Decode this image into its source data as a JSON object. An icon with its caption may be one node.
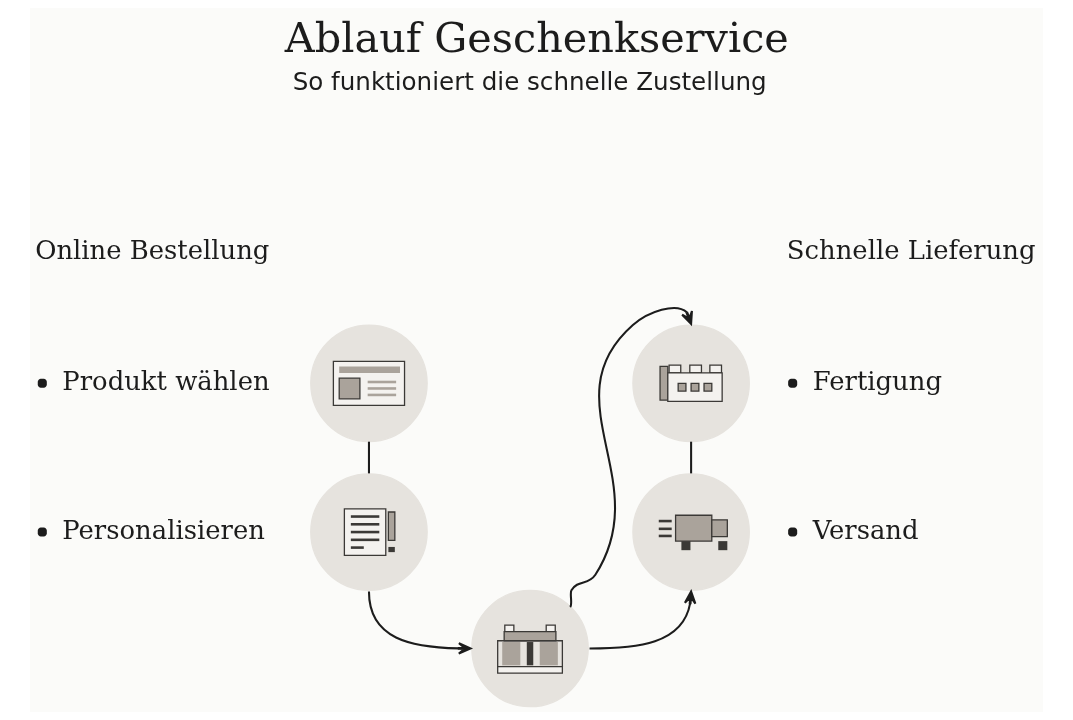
{
  "diagram": {
    "title": "Ablauf Geschenkservice",
    "nodes": [
      {
        "text": [],
        "shape": "picture",
        "beside": [
          "Produkt wählen"
        ]
      },
      {
        "text": [],
        "shape": "picture",
        "beside": [
          "Personalisieren"
        ]
      },
      {
        "text": [],
        "shape": "picture"
      },
      {
        "text": [],
        "shape": "picture",
        "beside": [
          "Fertigung"
        ]
      },
      {
        "text": [],
        "shape": "picture",
        "beside": [
          "Versand"
        ]
      }
    ],
    "edges": [
      {
        "from": 0,
        "to": 1,
        "arrow": "none"
      },
      {
        "from": 1,
        "to": 2,
        "arrow": "to"
      },
      {
        "from": 2,
        "to": 3,
        "arrow": "to"
      },
      {
        "from": 3,
        "to": 4,
        "arrow": "none"
      },
      {
        "from": 2,
        "to": 4,
        "arrow": "to"
      }
    ],
    "labels": [
      "So funktioniert die schnelle Zustellung",
      "Online Bestellung",
      "Schnelle Lieferung"
    ]
  }
}
